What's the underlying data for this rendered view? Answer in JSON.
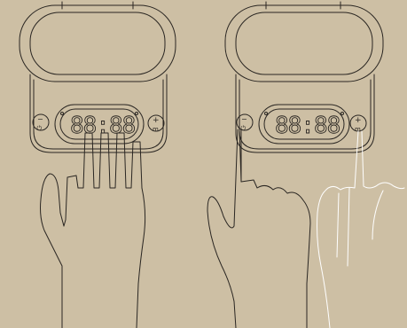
{
  "figure": {
    "panels": [
      {
        "name": "left",
        "display": "88:88",
        "minus": "−",
        "power": "⏻",
        "plus": "+",
        "m": "m"
      },
      {
        "name": "right",
        "display": "88:88",
        "minus": "−",
        "power": "⏻",
        "plus": "+",
        "m": "m"
      }
    ]
  },
  "colors": {
    "background": "#cdbfa4",
    "line": "#2a2622",
    "ghost_hand": "#ffffff"
  }
}
